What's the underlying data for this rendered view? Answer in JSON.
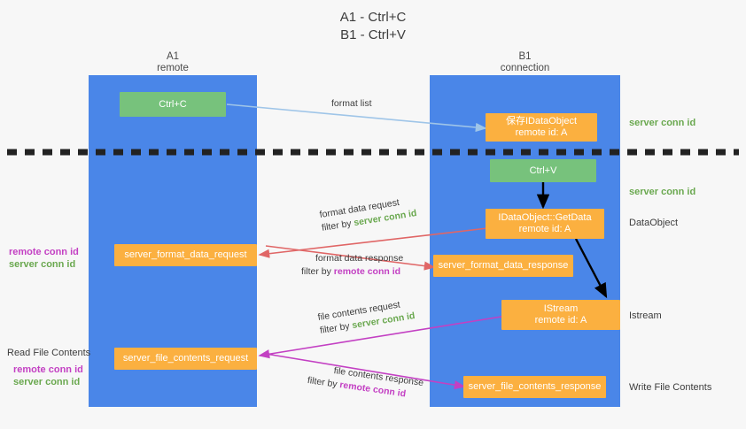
{
  "title": {
    "line1": "A1 - Ctrl+C",
    "line2": "B1 - Ctrl+V"
  },
  "columns": [
    {
      "name": "A1",
      "sub": "remote"
    },
    {
      "name": "B1",
      "sub": "connection"
    }
  ],
  "nodes": {
    "ctrl_c": {
      "line1": "Ctrl+C"
    },
    "save_idataobject": {
      "line1": "保存IDataObject",
      "line2": "remote id: A"
    },
    "ctrl_v": {
      "line1": "Ctrl+V"
    },
    "getdata": {
      "line1": "IDataObject::GetData",
      "line2": "remote id: A"
    },
    "istream": {
      "line1": "IStream",
      "line2": "remote id: A"
    },
    "server_format_data_request": {
      "line1": "server_format_data_request"
    },
    "server_format_data_response": {
      "line1": "server_format_data_response"
    },
    "server_file_contents_request": {
      "line1": "server_file_contents_request"
    },
    "server_file_contents_response": {
      "line1": "server_file_contents_response"
    }
  },
  "edge_labels": {
    "format_list": "format list",
    "format_data_request": "format data request",
    "format_data_request_filter_prefix": "filter by ",
    "format_data_request_filter_value": "server conn id",
    "format_data_response": "format data response",
    "format_data_response_filter_prefix": "filter by ",
    "format_data_response_filter_value": "remote conn id",
    "file_contents_request": "file contents request",
    "file_contents_request_filter_prefix": "filter by ",
    "file_contents_request_filter_value": "server conn id",
    "file_contents_response": "file contents response",
    "file_contents_response_filter_prefix": "filter by ",
    "file_contents_response_filter_value": "remote conn id"
  },
  "side_labels": {
    "right_server_conn_id_top": "server conn id",
    "right_server_conn_id_mid": "server conn id",
    "right_dataobject": "DataObject",
    "right_istream": "Istream",
    "right_write_file_contents": "Write File Contents",
    "left_remote_conn_id_1": "remote conn id",
    "left_server_conn_id_1": "server conn id",
    "left_read_file_contents": "Read File Contents",
    "left_remote_conn_id_2": "remote conn id",
    "left_server_conn_id_2": "server conn id"
  },
  "colors": {
    "lane": "#4a86e8",
    "green_node": "#77c27c",
    "orange_node": "#fbb040",
    "green_text": "#6aa84f",
    "magenta_text": "#c340c3",
    "light_blue_arrow": "#9fc5e8",
    "red_arrow": "#e06666",
    "magenta_arrow": "#c340c3",
    "black_arrow": "#000000",
    "background": "#f7f7f7"
  }
}
